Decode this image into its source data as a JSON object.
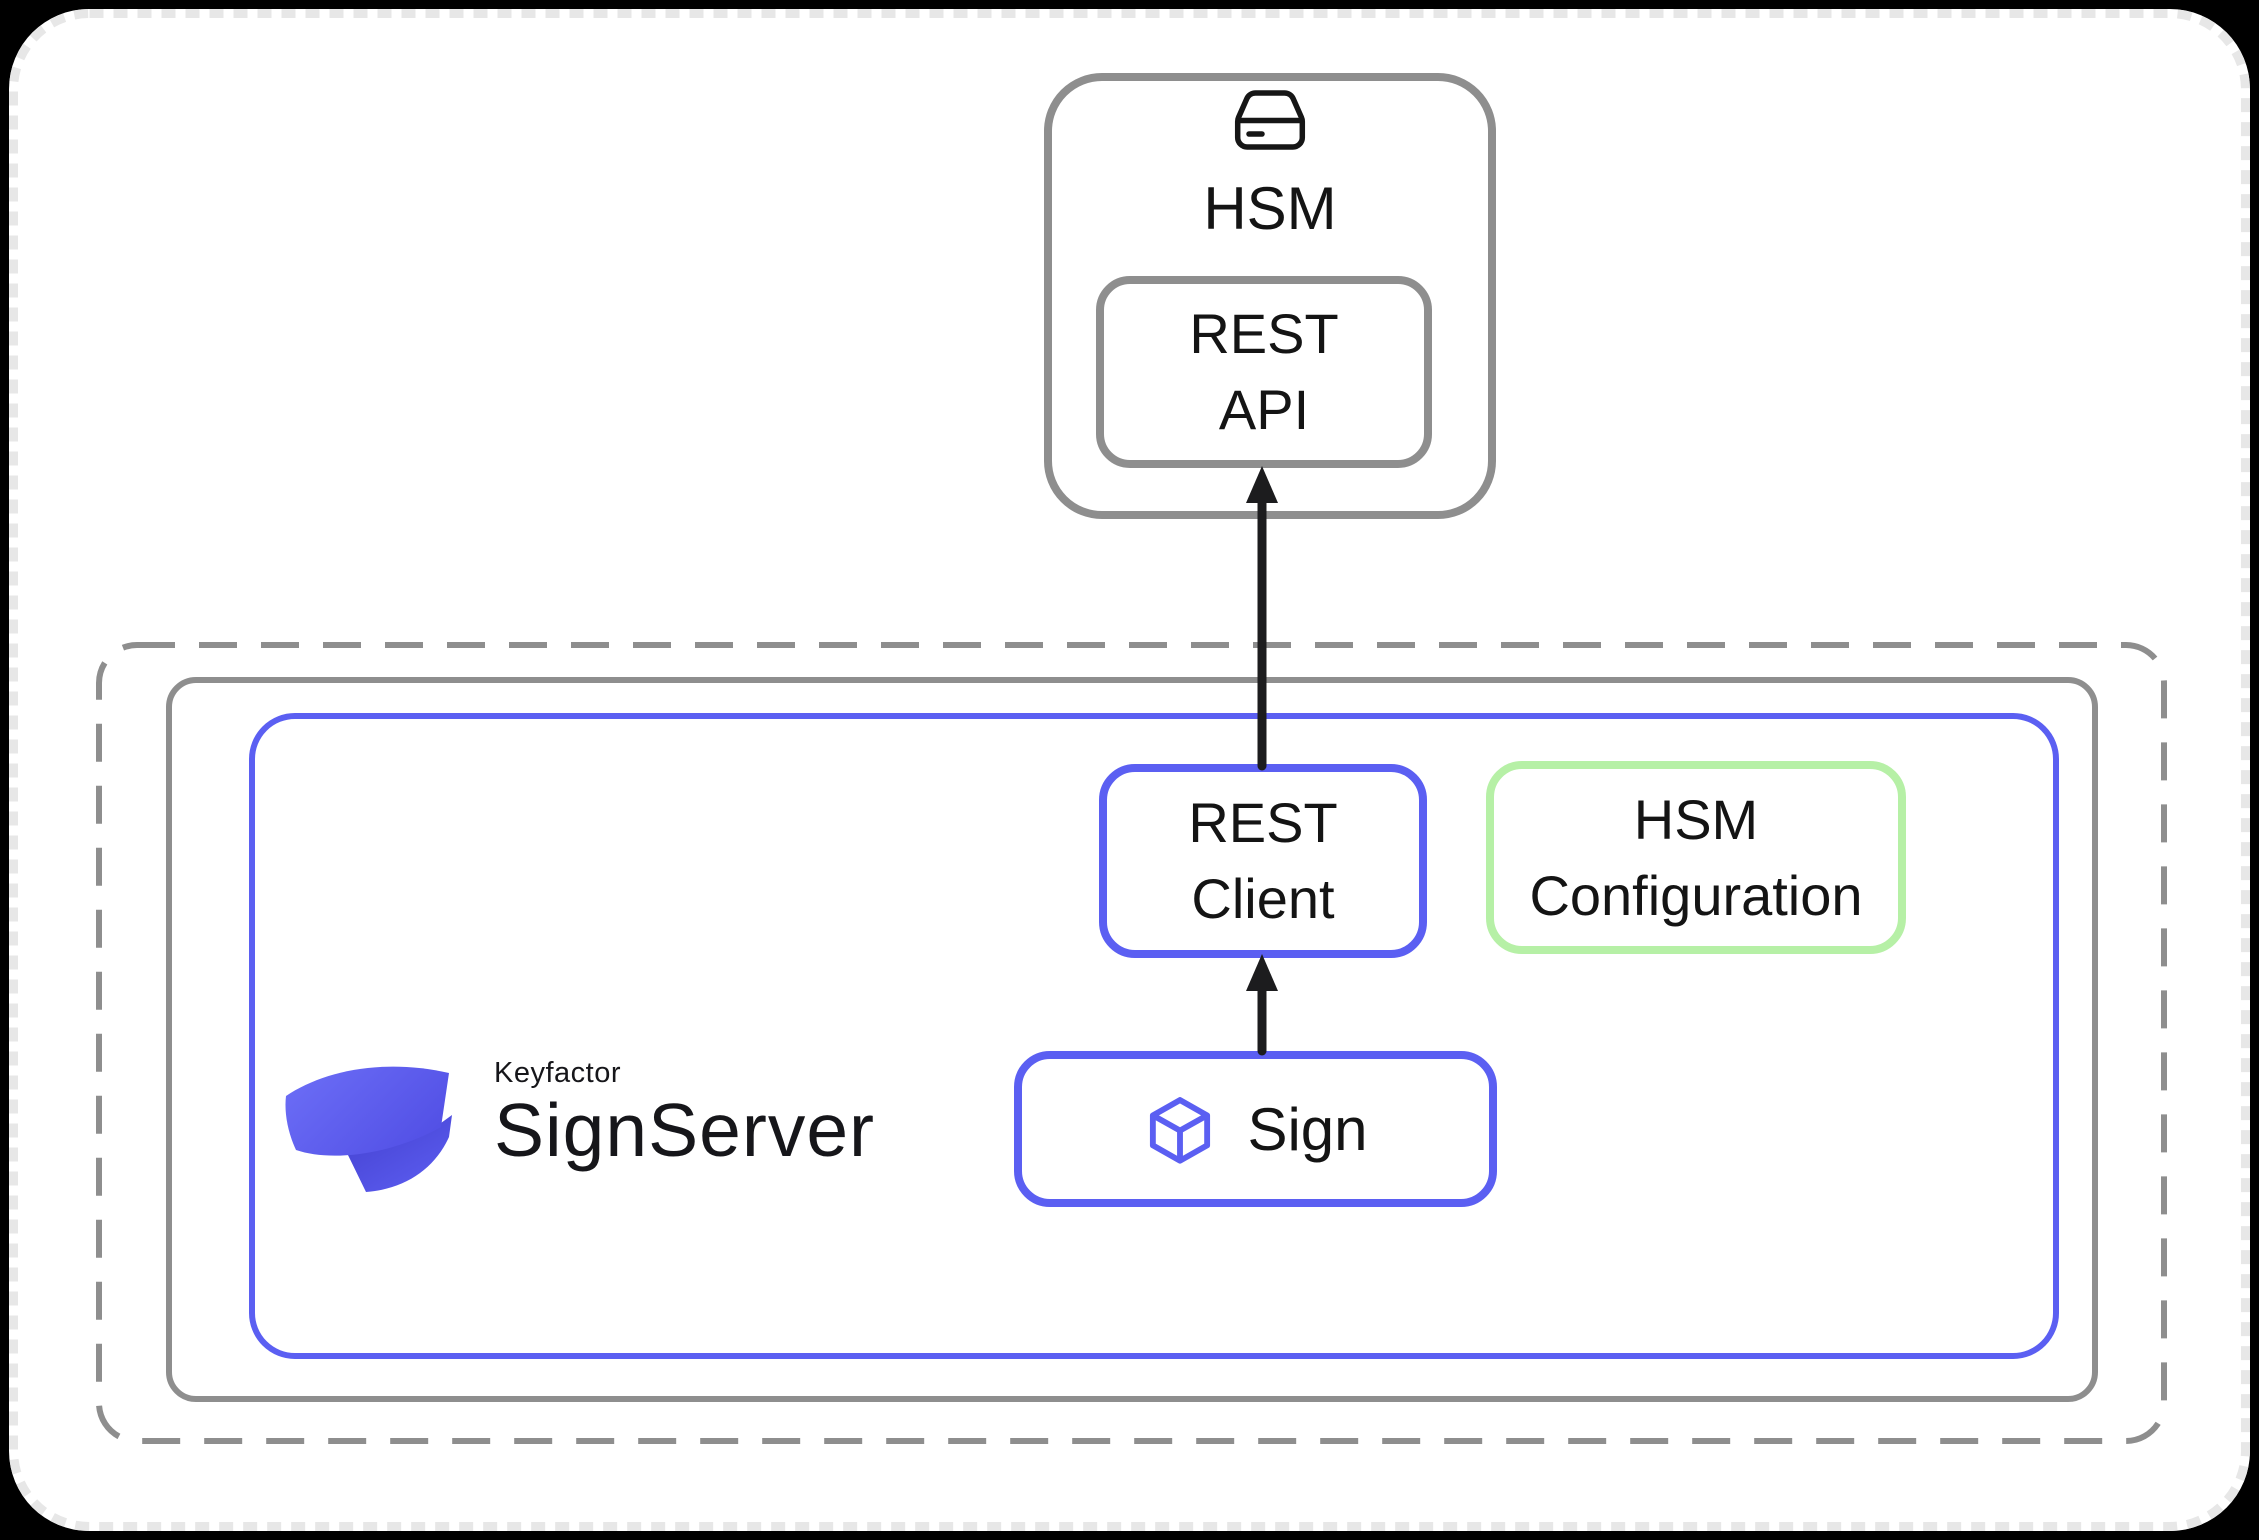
{
  "colors": {
    "accent_blue": "#5b5ff2",
    "accent_green": "#b6f0a6",
    "container_gray": "#8e8e8e",
    "ink": "#141414",
    "arrow_black": "#1c1c1e",
    "page_bg": "#000000",
    "canvas_bg": "#ffffff",
    "canvas_border": "#e7e7e7",
    "logo_indigo_light": "#6d6ff7",
    "logo_indigo_dark": "#4340ce"
  },
  "hsm_node": {
    "title": "HSM",
    "icon": "external-drive-icon",
    "rest_api_box": {
      "line1": "REST",
      "line2": "API"
    }
  },
  "signserver": {
    "logo": {
      "brand": "Keyfactor",
      "product": "SignServer",
      "icon": "keyfactor-mark"
    },
    "rest_client_box": {
      "line1": "REST",
      "line2": "Client"
    },
    "hsm_configuration_box": {
      "line1": "HSM",
      "line2": "Configuration"
    },
    "sign_box": {
      "label": "Sign",
      "icon": "cube-icon"
    }
  },
  "connections": [
    {
      "from": "sign-box",
      "to": "rest-client-box",
      "style": "arrow-up"
    },
    {
      "from": "rest-client-box",
      "to": "rest-api-box",
      "style": "arrow-up"
    }
  ]
}
